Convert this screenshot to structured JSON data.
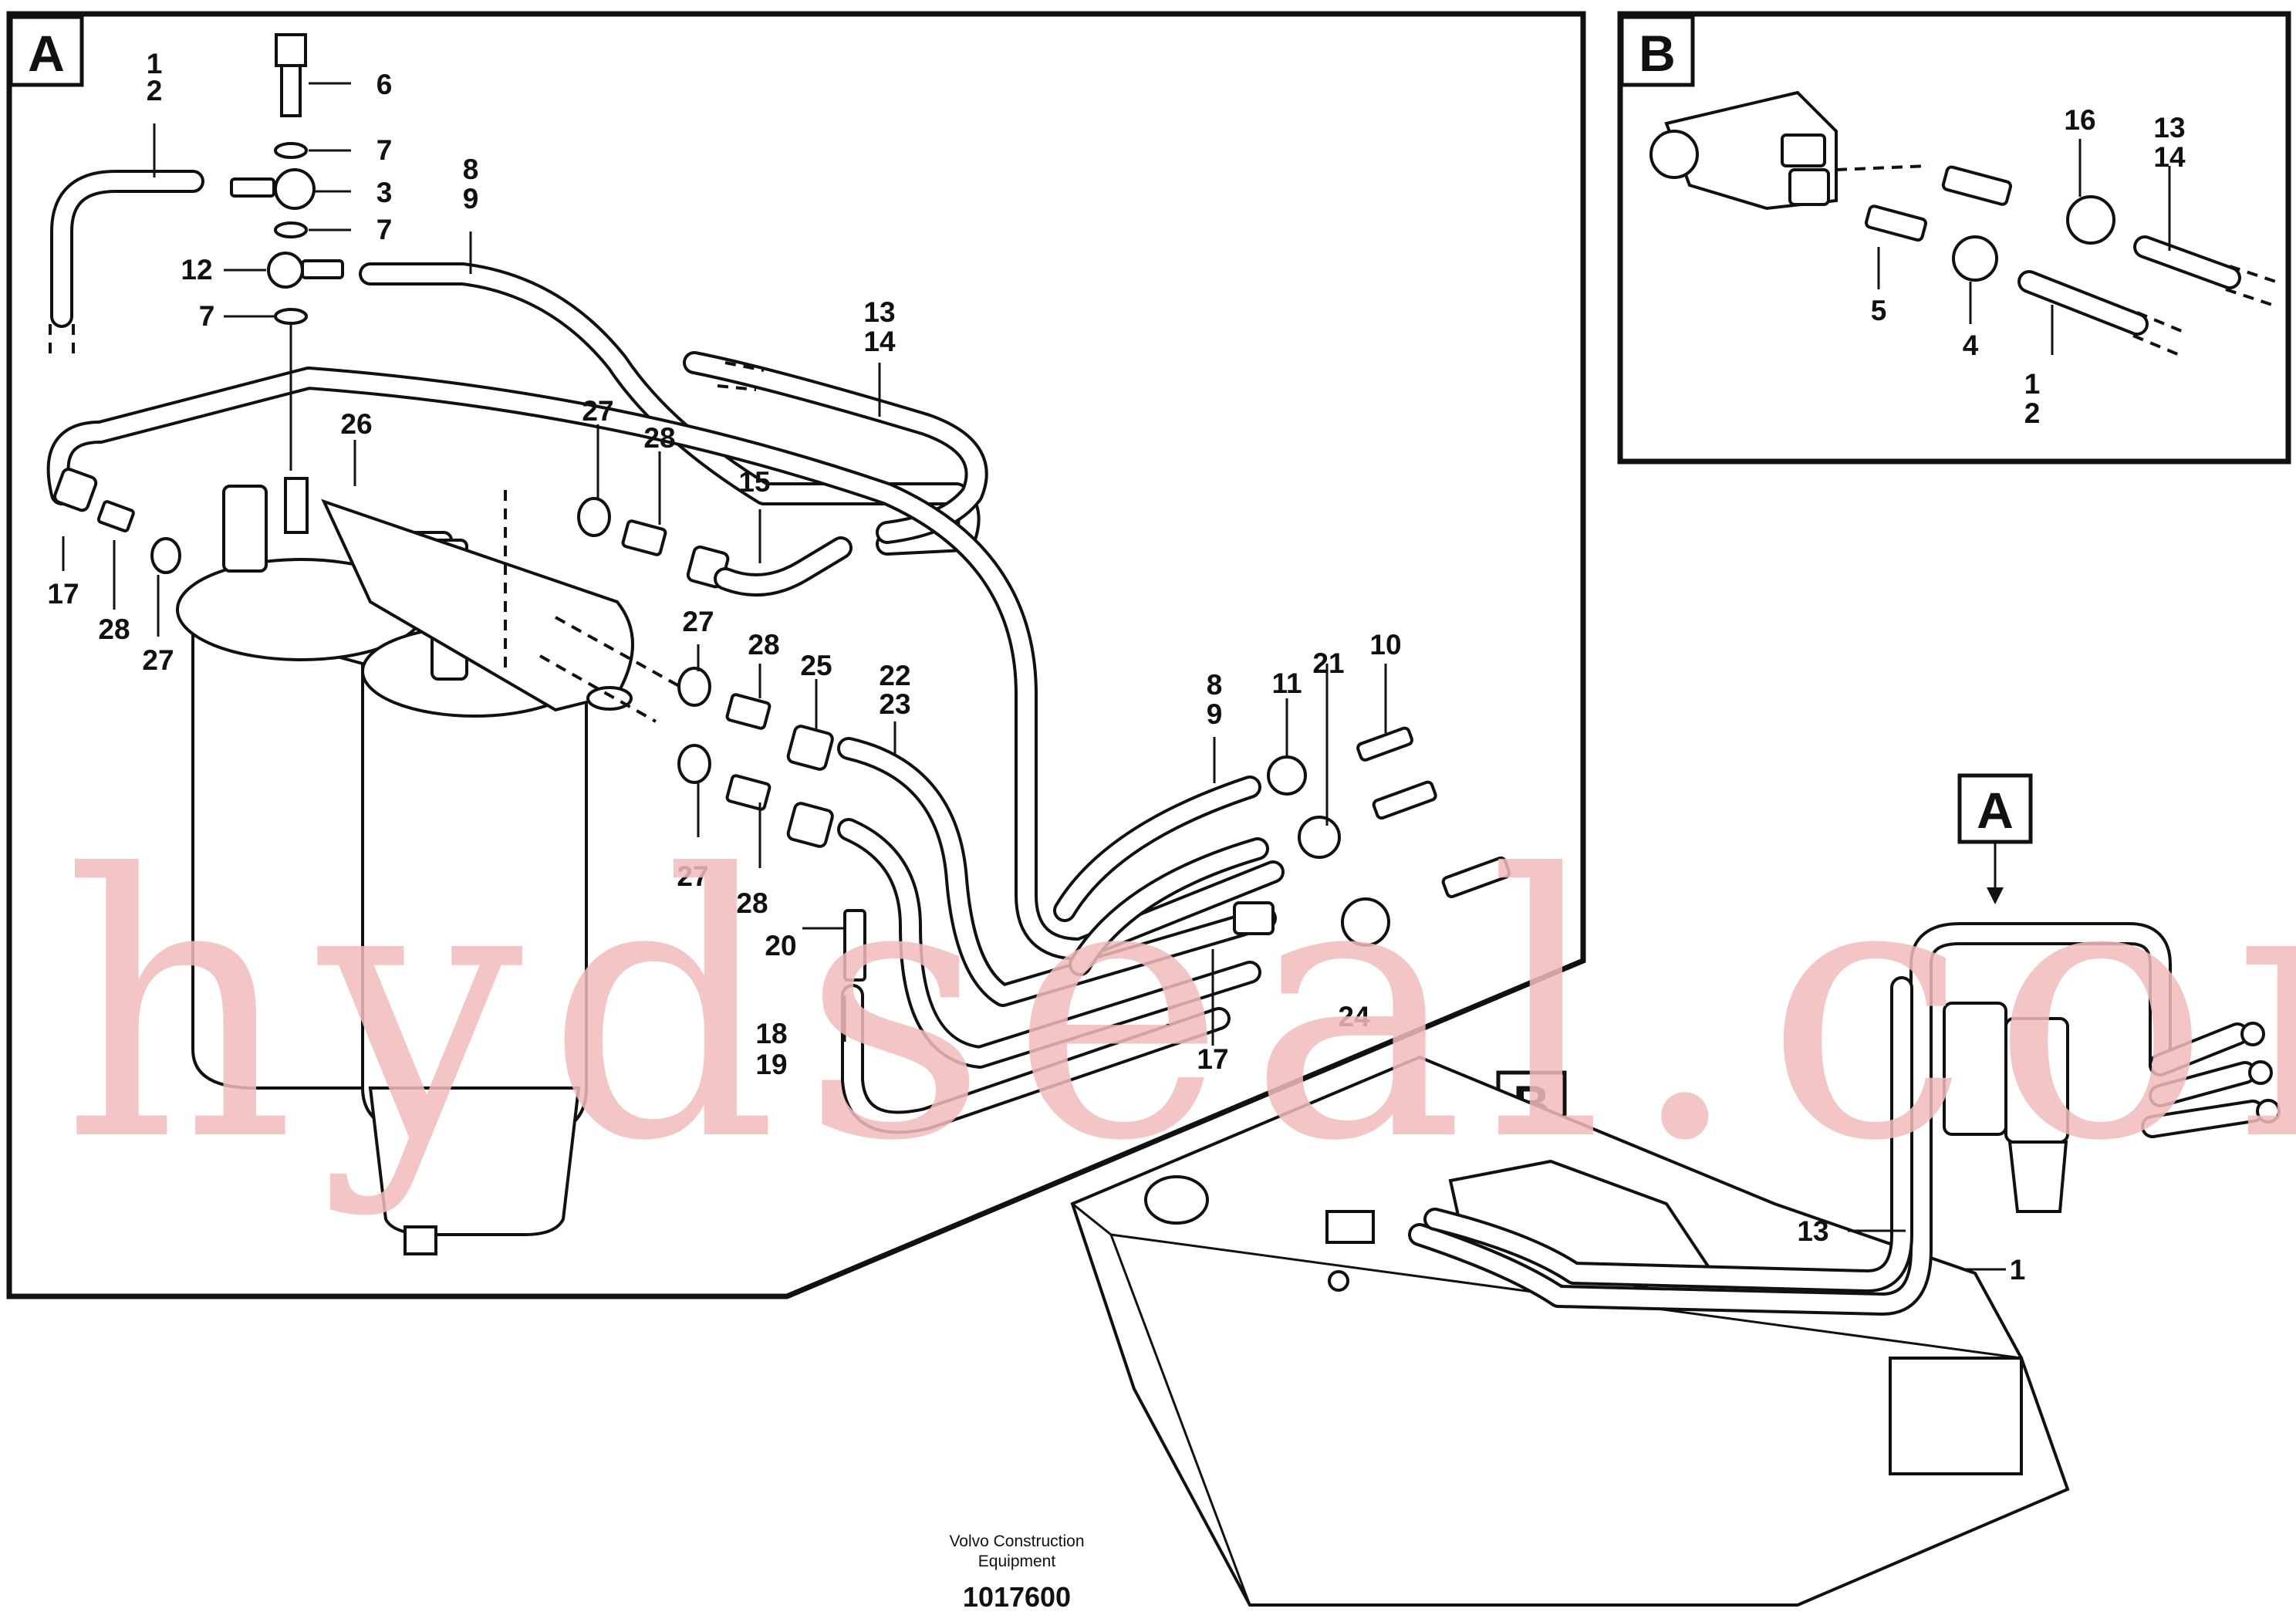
{
  "watermark": "hydseal.com",
  "views": {
    "a_letter": "A",
    "b_letter": "B",
    "overview_a_letter": "A",
    "overview_b_letter": "B"
  },
  "labels_a": {
    "l1": "1",
    "l2": "2",
    "l6": "6",
    "l7a": "7",
    "l3": "3",
    "l7b": "7",
    "l12": "12",
    "l7c": "7",
    "l8": "8",
    "l9": "9",
    "l13": "13",
    "l14": "14",
    "l26": "26",
    "l27a": "27",
    "l28a": "28",
    "l15": "15",
    "l17a": "17",
    "l28b": "28",
    "l27b": "27",
    "l27c": "27",
    "l28c": "28",
    "l25": "25",
    "l22": "22",
    "l23": "23",
    "l10": "10",
    "l21": "21",
    "l11": "11",
    "l8b": "8",
    "l9b": "9",
    "l27d": "27",
    "l28d": "28",
    "l20": "20",
    "l18": "18",
    "l19": "19",
    "l17b": "17",
    "l24": "24"
  },
  "labels_b": {
    "l16": "16",
    "l13": "13",
    "l14": "14",
    "l5": "5",
    "l4": "4",
    "l1": "1",
    "l2": "2"
  },
  "labels_overview": {
    "l13": "13",
    "l1": "1"
  },
  "footer": {
    "brand_line1": "Volvo Construction",
    "brand_line2": "Equipment",
    "diagram_number": "1017600"
  }
}
